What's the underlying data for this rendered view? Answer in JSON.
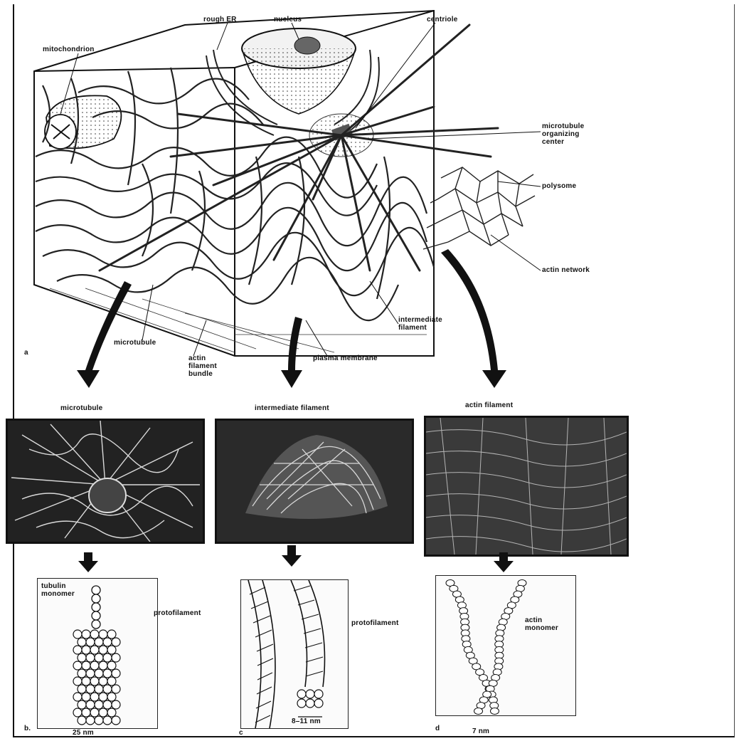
{
  "figure": {
    "part_labels": {
      "a": "a",
      "b": "b.",
      "c": "c",
      "d": "d"
    },
    "top_labels": {
      "rough_er": "rough ER",
      "nucleus": "nucleus",
      "centriole": "centriole",
      "mitochondrion": "mitochondrion",
      "mtoc": "microtubule\norganizing\ncenter",
      "polysome": "polysome",
      "actin_network": "actin network",
      "intermediate_filament": "intermediate\nfilament",
      "microtubule": "microtubule",
      "plasma_membrane": "plasma membrane",
      "actin_bundle": "actin\nfilament\nbundle"
    },
    "micrographs": {
      "microtubule": "microtubule",
      "intermediate": "intermediate filament",
      "actin": "actin filament"
    },
    "models": {
      "tubulin_monomer": "tubulin\nmonomer",
      "protofilament_b": "protofilament",
      "scale_b": "25 nm",
      "protofilament_c": "protofilament",
      "scale_c": "8–11 nm",
      "actin_monomer": "actin\nmonomer",
      "scale_d": "7 nm"
    }
  }
}
